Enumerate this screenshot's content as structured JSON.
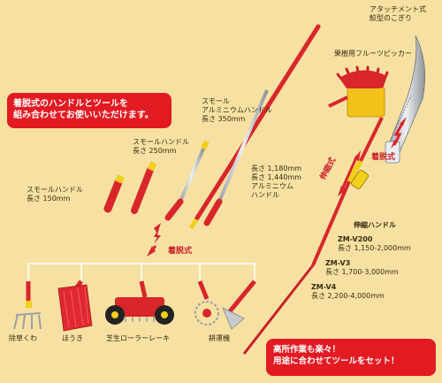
{
  "callouts": {
    "top": [
      "着脱式のハンドルとツールを",
      "組み合わせてお使いいただけます。"
    ],
    "bottom": [
      "高所作業も楽々！",
      "用途に合わせてツールをセット！"
    ]
  },
  "attachment_saw": [
    "アタッチメント式",
    "鮫型のこぎり"
  ],
  "fruit_picker": "果樹用フルーツピッカー",
  "small_aluminum_handle": {
    "name": [
      "スモール",
      "アルミニウムハンドル"
    ],
    "length": "長さ 350mm"
  },
  "small_handle_250": {
    "name": "スモールハンドル",
    "length": "長さ 250mm"
  },
  "small_handle_150": {
    "name": "スモールハンドル",
    "length": "長さ 150mm"
  },
  "aluminum_handle": {
    "lengths": [
      "長さ 1,180mm",
      "長さ 1,440mm"
    ],
    "name": [
      "アルミニウム",
      "ハンドル"
    ]
  },
  "detach_label": "着脱式",
  "telescopic_label": "伸縮式",
  "telescopic_handle": {
    "name": "伸縮ハンドル"
  },
  "models": [
    {
      "code": "ZM-V200",
      "length": "長さ 1,150-2,000mm"
    },
    {
      "code": "ZM-V3",
      "length": "長さ 1,700-3,000mm"
    },
    {
      "code": "ZM-V4",
      "length": "長さ 2,200-4,000mm"
    }
  ],
  "tools": [
    "除草くわ",
    "ほうき",
    "芝生ローラーレーキ",
    "耕運機"
  ],
  "colors": {
    "background": "#f6e1a2",
    "accent_red": "#e21a22",
    "pole_red": "#d8262b",
    "grip_yellow": "#f2cf1a",
    "aluminum": "#c9cdd1"
  }
}
